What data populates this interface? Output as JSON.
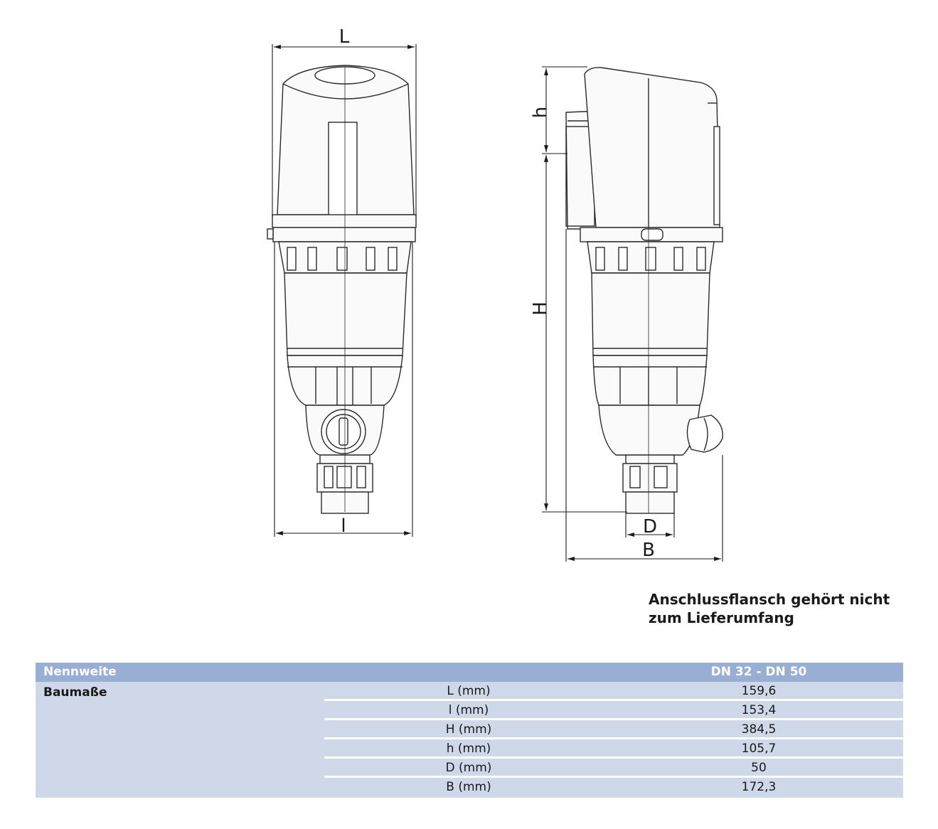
{
  "dimensions": {
    "L": "L",
    "l": "l",
    "h": "h",
    "H": "H",
    "D": "D",
    "B": "B"
  },
  "note": {
    "line1": "Anschlussflansch gehört nicht",
    "line2": "zum Lieferumfang"
  },
  "table": {
    "header_label": "Nennweite",
    "header_value": "DN 32 - DN 50",
    "section_label": "Baumaße",
    "rows": [
      {
        "key": "L (mm)",
        "value": "159,6"
      },
      {
        "key": "l (mm)",
        "value": "153,4"
      },
      {
        "key": "H (mm)",
        "value": "384,5"
      },
      {
        "key": "h (mm)",
        "value": "105,7"
      },
      {
        "key": "D (mm)",
        "value": "50"
      },
      {
        "key": "B (mm)",
        "value": "172,3"
      }
    ]
  },
  "colors": {
    "header_bg": "#98aed3",
    "row_bg": "#cfd8e8",
    "line": "#2a2a2a"
  }
}
